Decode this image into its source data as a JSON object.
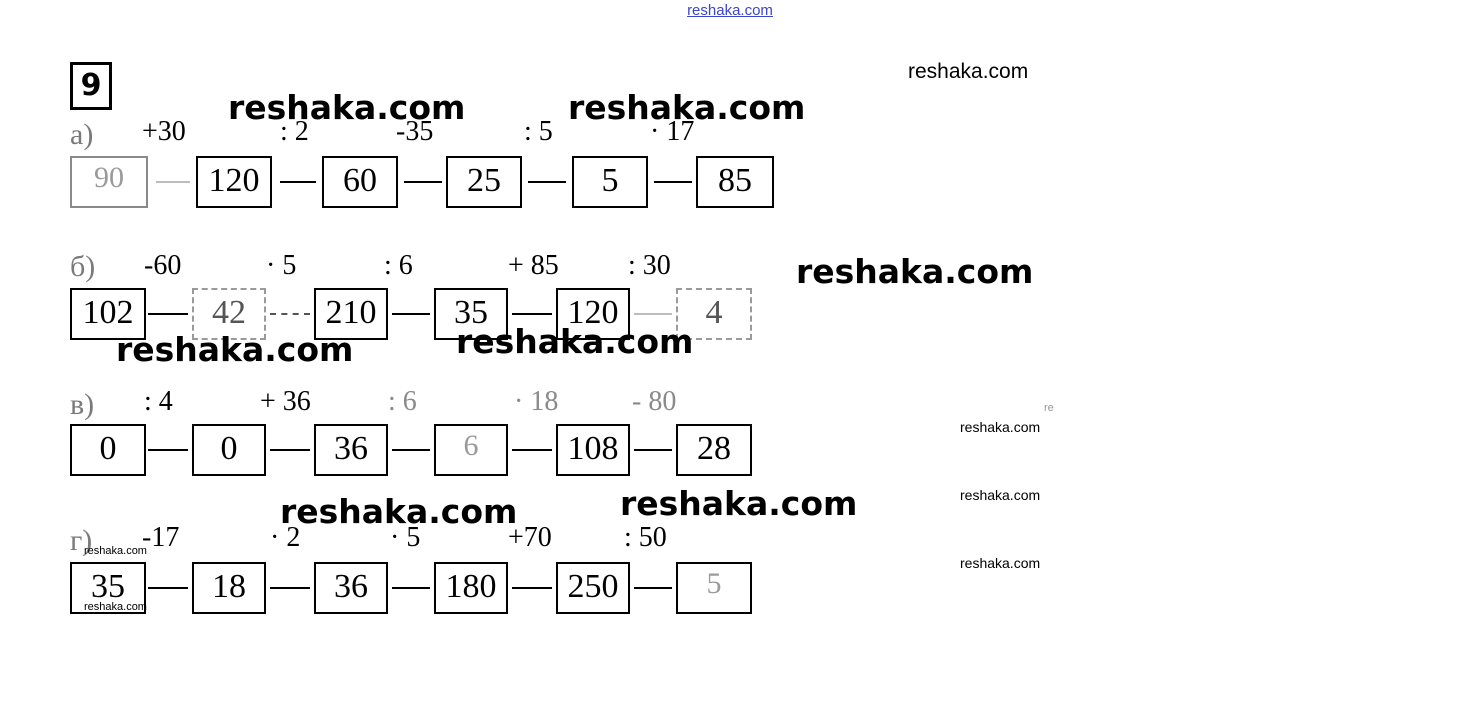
{
  "header": {
    "site_link": "reshaka.com",
    "task_number": "9"
  },
  "rows": [
    {
      "label": "а)",
      "ops": [
        "+30",
        ": 2",
        "-35",
        ": 5",
        "· 17"
      ],
      "values": [
        "90",
        "120",
        "60",
        "25",
        "5",
        "85"
      ]
    },
    {
      "label": "б)",
      "ops": [
        "-60",
        "· 5",
        ": 6",
        "+ 85",
        ": 30"
      ],
      "values": [
        "102",
        "42",
        "210",
        "35",
        "120",
        "4"
      ]
    },
    {
      "label": "в)",
      "ops": [
        ": 4",
        "+ 36",
        ": 6",
        "· 18",
        "- 80"
      ],
      "values": [
        "0",
        "0",
        "36",
        "6",
        "108",
        "28"
      ]
    },
    {
      "label": "г)",
      "ops": [
        "-17",
        "· 2",
        "· 5",
        "+70",
        ": 50"
      ],
      "values": [
        "35",
        "18",
        "36",
        "180",
        "250",
        "5"
      ]
    }
  ],
  "watermarks": {
    "w1": "reshaka.com",
    "w2": "reshaka.com",
    "w3": "reshaka.com",
    "w4": "reshaka.com",
    "w5": "reshaka.com",
    "w6": "reshaka.com",
    "w7": "reshaka.com",
    "w8": "reshaka.com",
    "w9": "reshaka.com",
    "w10": "reshaka.com",
    "w11": "reshaka.com",
    "w12": "reshaka.com",
    "w13": "reshaka.com",
    "w14": "reshaka.com"
  }
}
